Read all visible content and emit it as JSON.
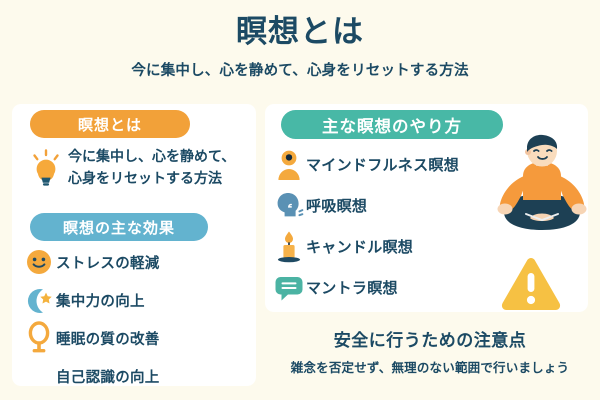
{
  "header": {
    "title": "瞑想とは",
    "subtitle": "今に集中し、心を静めて、心身をリセットする方法"
  },
  "colors": {
    "background": "#fdfaed",
    "card": "#ffffff",
    "text_navy": "#1c4a64",
    "orange": "#f2a139",
    "blue": "#63b3cf",
    "teal": "#48b8a6",
    "warning_yellow": "#f6c143"
  },
  "panels": {
    "what_is": {
      "badge": "瞑想とは",
      "icon": "lightbulb-icon",
      "lines": [
        "今に集中し、心を静めて、",
        "心身をリセットする方法"
      ]
    },
    "effects": {
      "badge": "瞑想の主な効果",
      "items": [
        {
          "icon": "smiley-face-icon",
          "label": "ストレスの軽減"
        },
        {
          "icon": "moon-star-icon",
          "label": "集中力の向上"
        },
        {
          "icon": "hand-mirror-icon",
          "label": "睡眠の質の改善"
        },
        {
          "icon": "none",
          "label": "自己認識の向上"
        }
      ]
    },
    "methods": {
      "badge": "主な瞑想のやり方",
      "items": [
        {
          "icon": "person-icon",
          "label": "マインドフルネス瞑想"
        },
        {
          "icon": "breathing-head-icon",
          "label": "呼吸瞑想"
        },
        {
          "icon": "candle-icon",
          "label": "キャンドル瞑想"
        },
        {
          "icon": "speech-bubble-icon",
          "label": "マントラ瞑想"
        }
      ]
    }
  },
  "footer": {
    "title": "安全に行うための注意点",
    "subtitle": "雑念を否定せず、無理のない範囲で行いましょう"
  },
  "illustrations": {
    "person": "meditating-person-illustration",
    "warning": "warning-triangle-icon"
  }
}
